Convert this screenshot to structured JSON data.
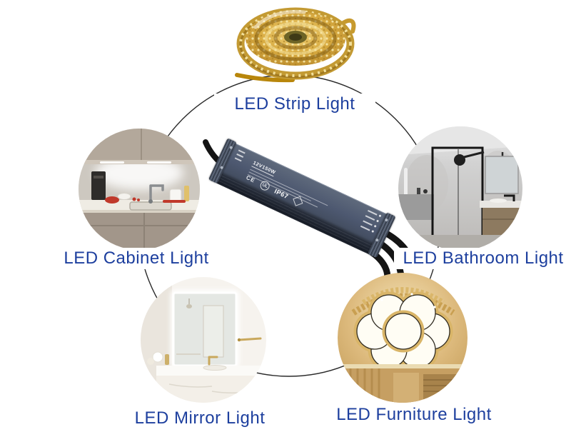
{
  "page": {
    "background": "#ffffff"
  },
  "diagram": {
    "label_color": "#1d3f9e",
    "connector_color": "#2a2a2a",
    "applications": [
      {
        "id": "strip",
        "label": "LED Strip Light"
      },
      {
        "id": "cabinet",
        "label": "LED Cabinet Light"
      },
      {
        "id": "bathroom",
        "label": "LED Bathroom Light"
      },
      {
        "id": "mirror",
        "label": "LED Mirror Light"
      },
      {
        "id": "furniture",
        "label": "LED Furniture Light"
      }
    ]
  },
  "device": {
    "model_text": "12V150W",
    "ip_rating": "IP67",
    "cert_ce": "CE",
    "cert_ul": "UL",
    "body_color": "#4d5870",
    "strip_color": "#d3a640"
  }
}
